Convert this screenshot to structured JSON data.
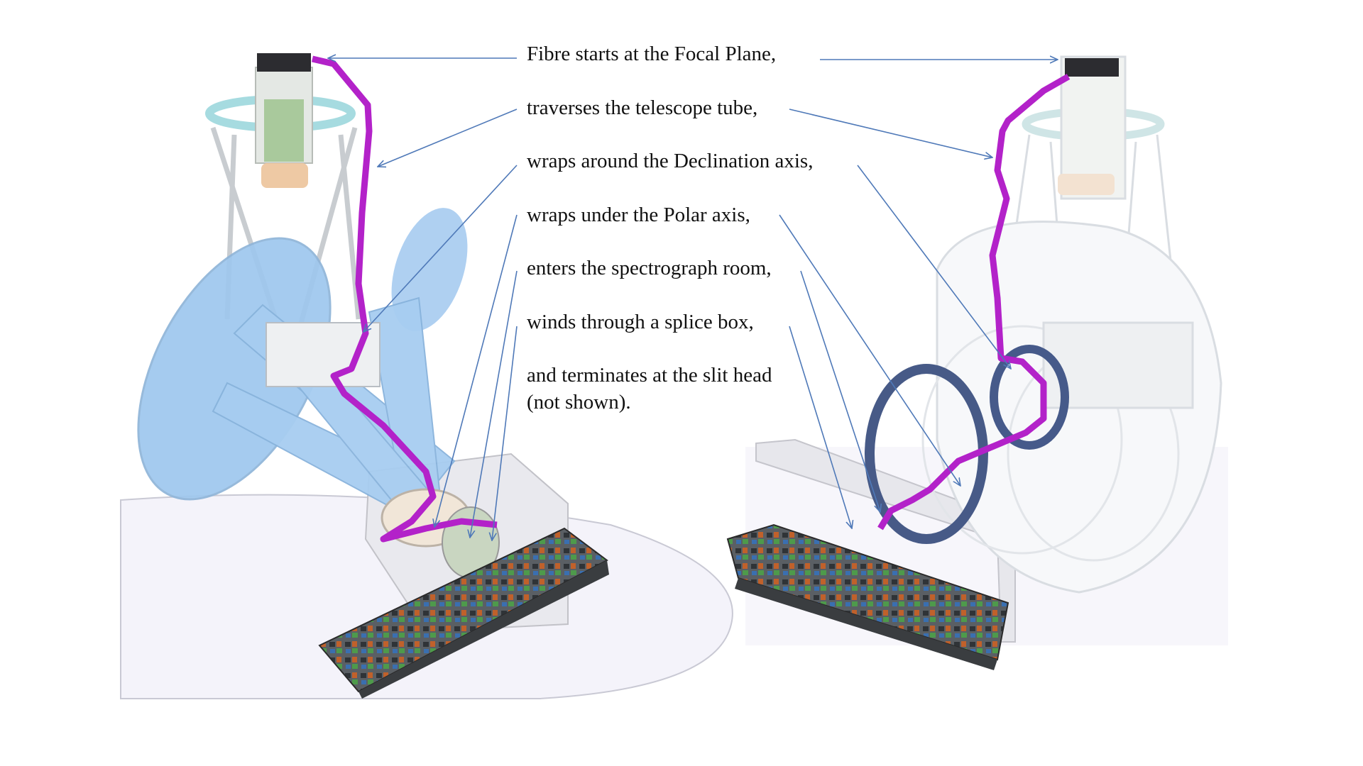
{
  "captions": [
    "Fibre starts at the Focal Plane,",
    "traverses the telescope tube,",
    "wraps around the Declination axis,",
    "wraps under the Polar axis,",
    "enters the spectrograph room,",
    "winds through a splice box,",
    "and terminates at the slit head",
    "(not shown)."
  ],
  "colors": {
    "fibre": "#b322c9",
    "arrow": "#4f79b8",
    "mount": "#9ec7ee",
    "ghost": "#d9dde2",
    "spectrograph": "#4d5257",
    "floor": "#f4f3fa"
  }
}
